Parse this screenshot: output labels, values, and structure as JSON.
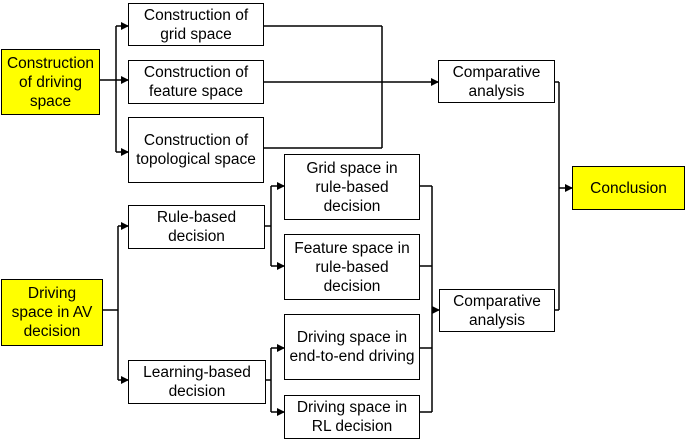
{
  "highlight_color": "#ffff00",
  "line_color": "#000000",
  "nodes": {
    "driving_space_construction": "Construction of driving space",
    "grid_space": "Construction of grid space",
    "feature_space": "Construction of feature space",
    "topological_space": "Construction of topological space",
    "av_decision": "Driving space in AV decision",
    "rule_based": "Rule-based decision",
    "learning_based": "Learning-based decision",
    "grid_rule": "Grid space in rule-based decision",
    "feature_rule": "Feature space in rule-based decision",
    "end_to_end": "Driving space in end-to-end driving",
    "rl_decision": "Driving space in RL decision",
    "comparative_1": "Comparative analysis",
    "comparative_2": "Comparative analysis",
    "conclusion": "Conclusion"
  }
}
